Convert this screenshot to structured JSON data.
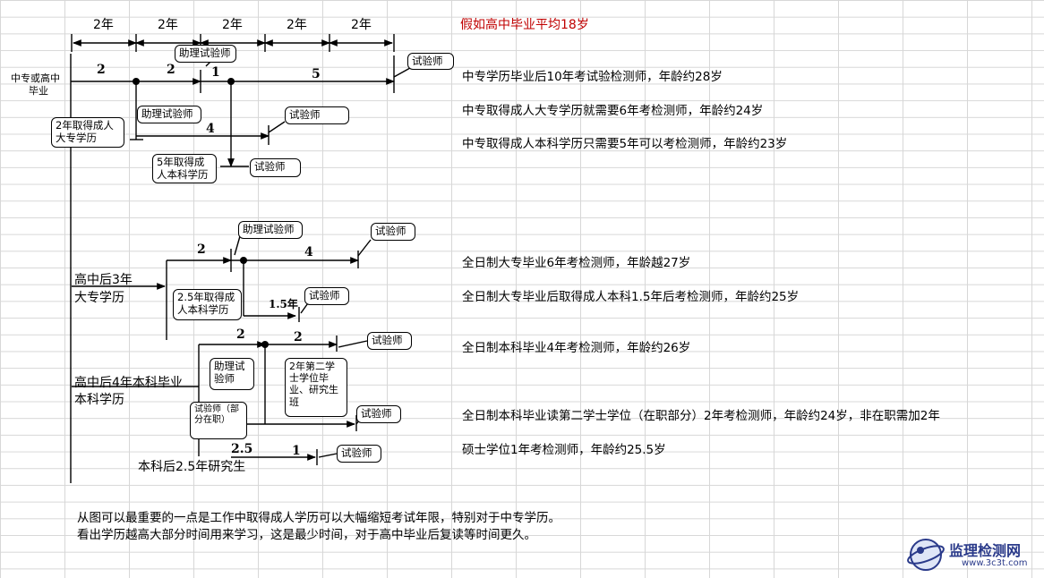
{
  "header": {
    "assumption": "假如高中毕业平均18岁"
  },
  "timeline": {
    "spans": [
      "2年",
      "2年",
      "2年",
      "2年",
      "2年"
    ]
  },
  "row_labels": {
    "zhongzhuan": [
      "中专或高中",
      "毕业"
    ],
    "dazhuan": [
      "高中后3年",
      "大专学历"
    ],
    "benke": [
      "高中后4年本科毕业",
      "本科学历"
    ],
    "yanjiu": "本科后2.5年研究生"
  },
  "segments": {
    "a1": "2",
    "a2": "2",
    "a3": "1",
    "a4": "5",
    "a5": "4",
    "b1": "2",
    "b2": "4",
    "b3": "1.5年",
    "c1": "2",
    "c2": "2",
    "d1": "2.5",
    "d2": "1"
  },
  "boxes": {
    "assistant_1": "助理试验师",
    "tester_1": "试验师",
    "adult_college": "2年取得成人大专学历",
    "assistant_2": "助理试验师",
    "tester_2": "试验师",
    "adult_bachelor": "5年取得成人本科学历",
    "tester_3": "试验师",
    "assistant_3": "助理试验师",
    "tester_4": "试验师",
    "adult_bachelor_2": "2.5年取得成人本科学历",
    "tester_5": "试验师",
    "tester_6": "试验师",
    "assistant_4": "助理试验师",
    "second_degree": "2年第二学士学位毕业、研究生班",
    "tester_part": "试验师（部分在职）",
    "tester_7": "试验师",
    "tester_8": "试验师"
  },
  "notes": [
    "中专学历毕业后10年考试验检测师，年龄约28岁",
    "中专取得成人大专学历就需要6年考检测师，年龄约24岁",
    "中专取得成人本科学历只需要5年可以考检测师，年龄约23岁",
    "全日制大专毕业6年考检测师，年龄越27岁",
    "全日制大专毕业后取得成人本科1.5年后考检测师，年龄约25岁",
    "全日制本科毕业4年考检测师，年龄约26岁",
    "全日制本科毕业读第二学士学位（在职部分）2年考检测师，年龄约24岁，非在职需加2年",
    "硕士学位1年考检测师，年龄约25.5岁"
  ],
  "footer": [
    "从图可以最重要的一点是工作中取得成人学历可以大幅缩短考试年限，特别对于中专学历。",
    "看出学历越高大部分时间用来学习，这是最少时间，对于高中毕业后复读等时间更久。"
  ],
  "logo": {
    "title": "监理检测网",
    "url": "www.3c3t.com",
    "color": "#2a3a8a"
  }
}
